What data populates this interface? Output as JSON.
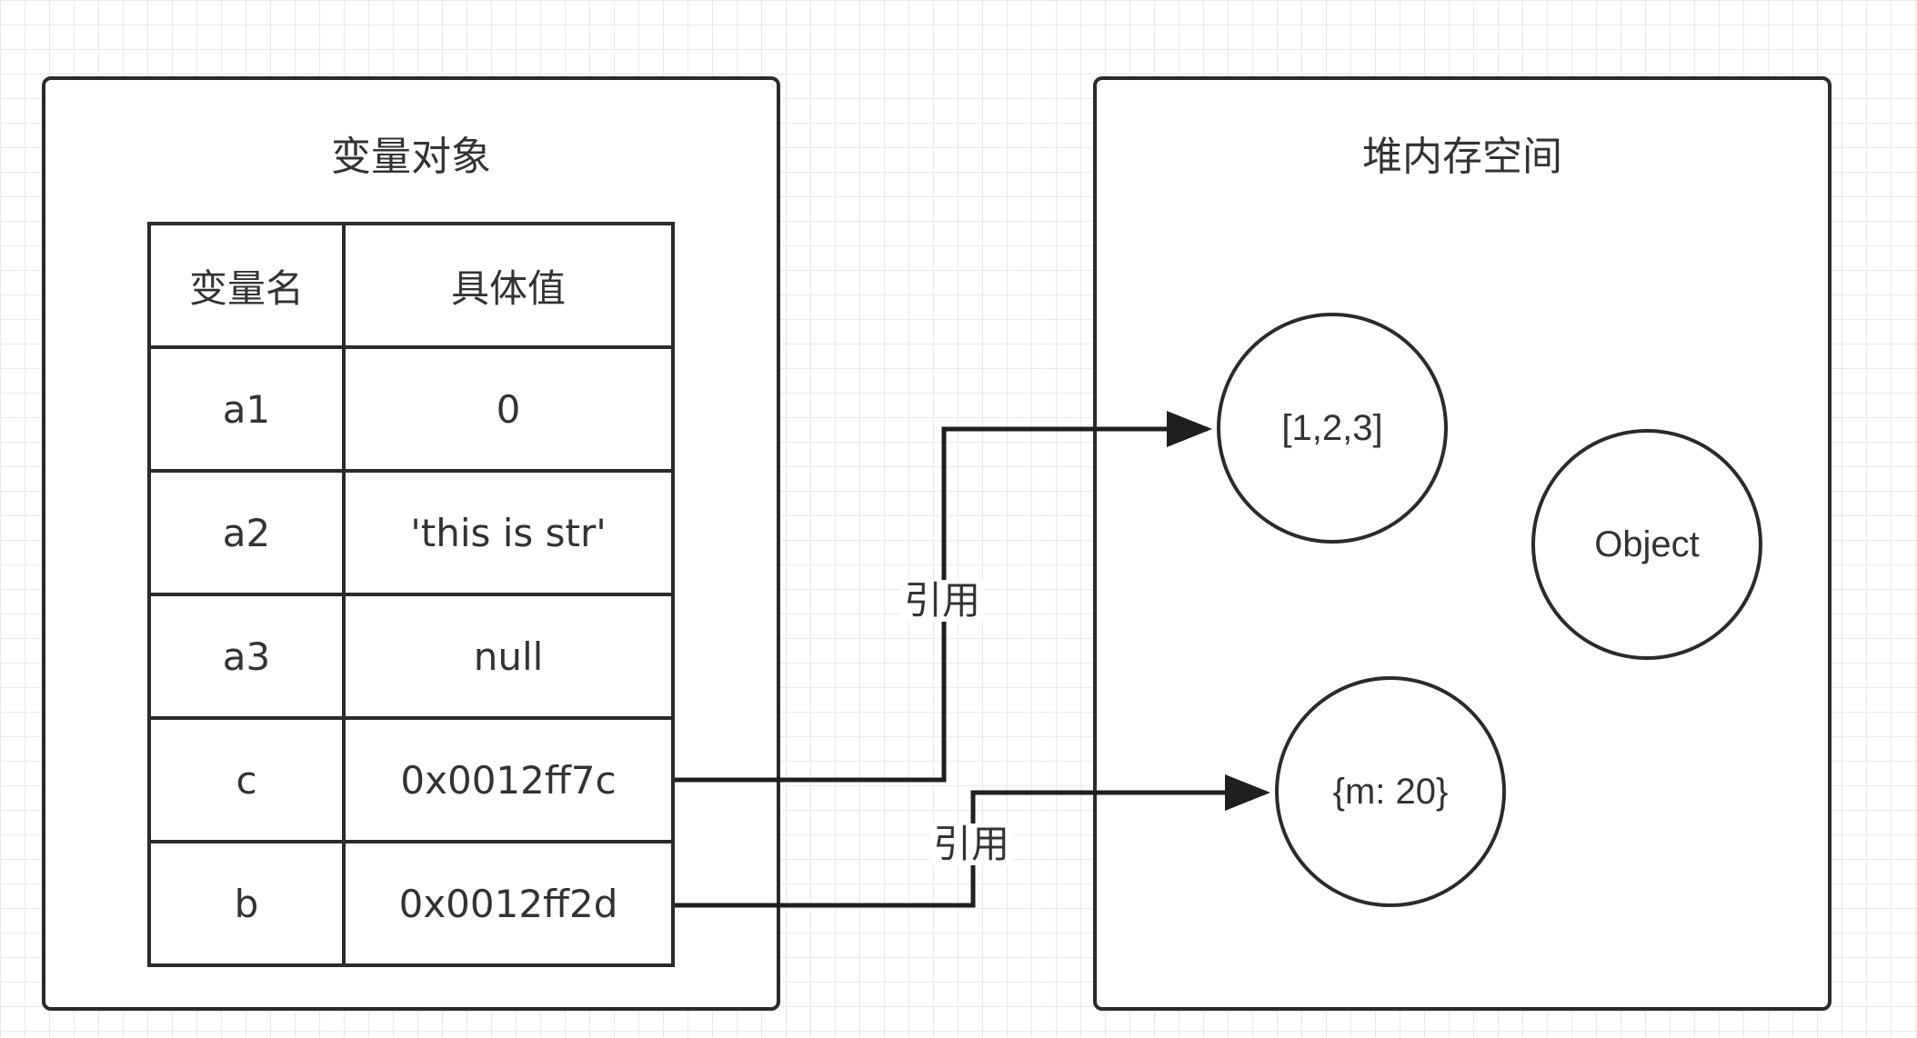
{
  "variable_object": {
    "title": "变量对象",
    "header": {
      "name": "变量名",
      "value": "具体值"
    },
    "rows": [
      {
        "name": "a1",
        "value": "0"
      },
      {
        "name": "a2",
        "value": "'this is str'"
      },
      {
        "name": "a3",
        "value": "null"
      },
      {
        "name": "c",
        "value": "0x0012ff7c"
      },
      {
        "name": "b",
        "value": "0x0012ff2d"
      }
    ]
  },
  "heap": {
    "title": "堆内存空间",
    "nodes": [
      {
        "label": "[1,2,3]"
      },
      {
        "label": "Object"
      },
      {
        "label": "{m: 20}"
      }
    ]
  },
  "edges": [
    {
      "from": "c",
      "to": "[1,2,3]",
      "label": "引用"
    },
    {
      "from": "b",
      "to": "{m: 20}",
      "label": "引用"
    }
  ]
}
